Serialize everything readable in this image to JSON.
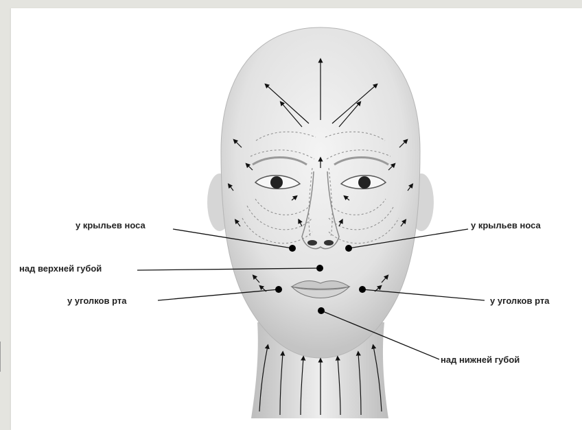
{
  "labels": {
    "nose_wing_left": "у крыльев носа",
    "nose_wing_right": "у крыльев носа",
    "above_upper_lip": "над верхней губой",
    "mouth_corner_left": "у уголков рта",
    "mouth_corner_right": "у уголков рта",
    "above_lower_lip": "над нижней губой"
  },
  "colors": {
    "background": "#e4e4df",
    "card": "#ffffff",
    "head_fill": "#ececec",
    "head_shade": "#c9c9c9",
    "ink": "#111111",
    "dashed_guides": "#8a8a8a"
  }
}
